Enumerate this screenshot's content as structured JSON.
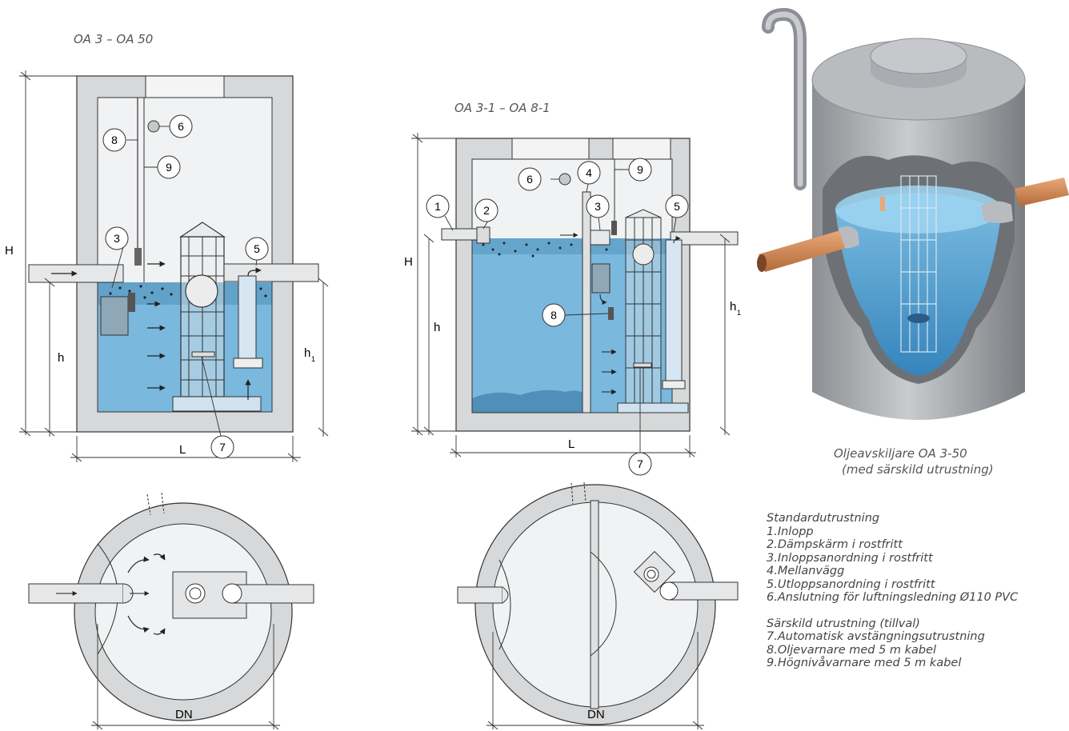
{
  "left_section": {
    "title": "OA 3 – OA 50",
    "dim_H": "H",
    "dim_h": "h",
    "dim_h1": "h",
    "dim_h1_sub": "1",
    "dim_L": "L",
    "dim_DN": "DN",
    "callouts": [
      "8",
      "6",
      "9",
      "3",
      "5",
      "7"
    ]
  },
  "middle_section": {
    "title": "OA 3-1 – OA 8-1",
    "dim_H": "H",
    "dim_h": "h",
    "dim_h1": "h",
    "dim_h1_sub": "1",
    "dim_L": "L",
    "dim_DN": "DN",
    "callouts": [
      "1",
      "2",
      "6",
      "4",
      "9",
      "3",
      "5",
      "8",
      "7"
    ]
  },
  "product": {
    "caption_line1": "Oljeavskiljare OA 3-50",
    "caption_line2": "(med särskild utrustning)"
  },
  "legend": {
    "standard_title": "Standardutrustning",
    "standard_items": [
      "1.Inlopp",
      "2.Dämpskärm i rostfritt",
      "3.Inloppsanordning i rostfritt",
      "4.Mellanvägg",
      "5.Utloppsanordning i rostfritt",
      "6.Anslutning för luftningsledning  Ø110 PVC"
    ],
    "special_title": "Särskild utrustning (tillval)",
    "special_items": [
      "7.Automatisk avstängningsutrustning",
      "8.Oljevarnare med 5 m kabel",
      "9.Högnivåvarnare med 5 m kabel"
    ]
  },
  "colors": {
    "concrete": "#d7d8d9",
    "air": "#f1f2f3",
    "water": "#7ab8de",
    "water_dark": "#4f8fb8",
    "line": "#333333",
    "pipe": "#e6e7e8"
  }
}
